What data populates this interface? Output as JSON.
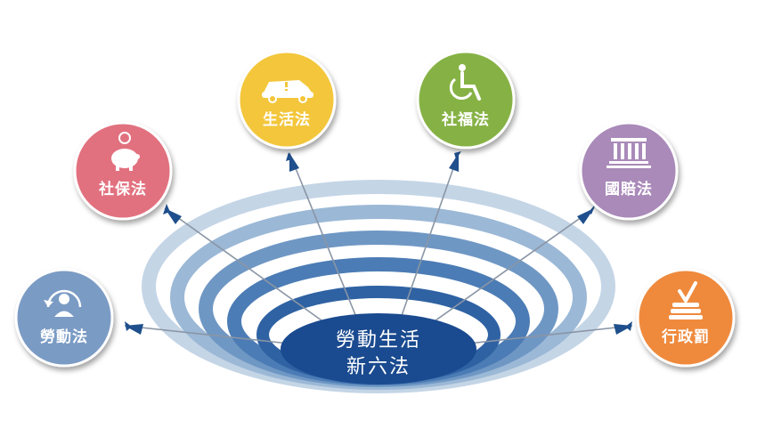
{
  "center": {
    "line1": "勞動生活",
    "line2": "新六法",
    "color": "#1a4a8f"
  },
  "rings": [
    "#c4d5e6",
    "#9bb8d6",
    "#6f97c4",
    "#4c7cb5",
    "#2f62a3"
  ],
  "arrow_color": "#8a95a5",
  "arrowhead_color": "#1f4f8c",
  "laws": [
    {
      "id": "labor",
      "label": "勞動法",
      "color": "#7a9bc4",
      "icon": "person-cycle-icon"
    },
    {
      "id": "social",
      "label": "社保法",
      "color": "#e2717f",
      "icon": "piggy-bank-icon"
    },
    {
      "id": "life",
      "label": "生活法",
      "color": "#f3c63a",
      "icon": "car-icon"
    },
    {
      "id": "welfare",
      "label": "社福法",
      "color": "#86b244",
      "icon": "wheelchair-icon"
    },
    {
      "id": "state",
      "label": "國賠法",
      "color": "#a98ab9",
      "icon": "courthouse-icon"
    },
    {
      "id": "penalty",
      "label": "行政罰",
      "color": "#ef8a3e",
      "icon": "ballot-check-icon"
    }
  ]
}
